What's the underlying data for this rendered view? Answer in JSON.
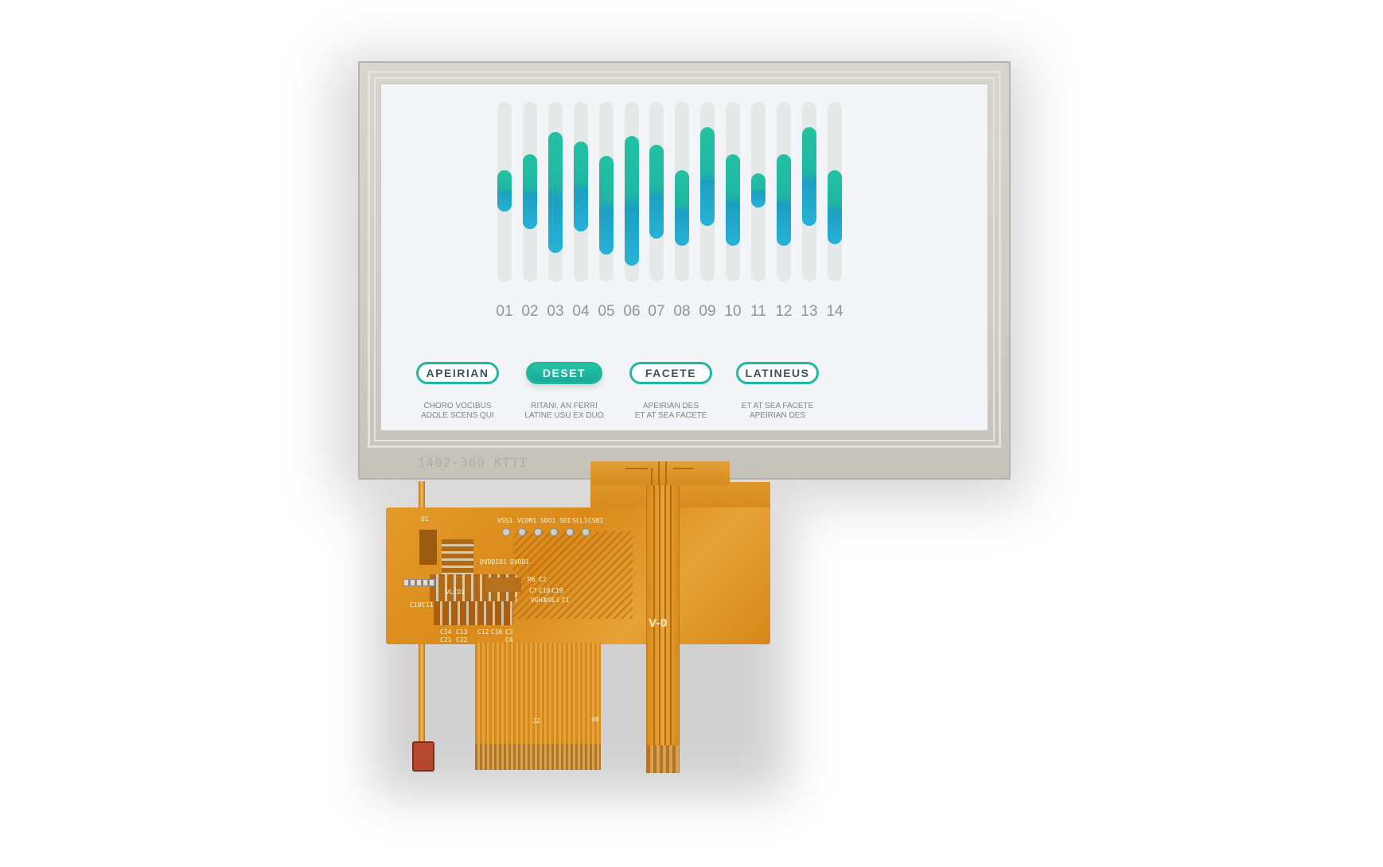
{
  "screen": {
    "bars": [
      {
        "label": "01",
        "level": [
          0.38,
          0.61
        ]
      },
      {
        "label": "02",
        "level": [
          0.29,
          0.71
        ]
      },
      {
        "label": "03",
        "level": [
          0.17,
          0.84
        ]
      },
      {
        "label": "04",
        "level": [
          0.22,
          0.72
        ]
      },
      {
        "label": "05",
        "level": [
          0.3,
          0.85
        ]
      },
      {
        "label": "06",
        "level": [
          0.19,
          0.91
        ]
      },
      {
        "label": "07",
        "level": [
          0.24,
          0.76
        ]
      },
      {
        "label": "08",
        "level": [
          0.38,
          0.8
        ]
      },
      {
        "label": "09",
        "level": [
          0.14,
          0.69
        ]
      },
      {
        "label": "10",
        "level": [
          0.29,
          0.8
        ]
      },
      {
        "label": "11",
        "level": [
          0.4,
          0.59
        ]
      },
      {
        "label": "12",
        "level": [
          0.29,
          0.8
        ]
      },
      {
        "label": "13",
        "level": [
          0.14,
          0.69
        ]
      },
      {
        "label": "14",
        "level": [
          0.38,
          0.79
        ]
      }
    ],
    "buttons": [
      {
        "label": "APEIRIAN",
        "caption1": "CHORO VOCIBUS",
        "caption2": "ADOLE SCENS QUI",
        "active": false
      },
      {
        "label": "DESET",
        "caption1": "RITANI, AN FERRI",
        "caption2": "LATINE USU EX DUO",
        "active": true
      },
      {
        "label": "FACETE",
        "caption1": "APEIRIAN DES",
        "caption2": "ET AT SEA FACETE",
        "active": false
      },
      {
        "label": "LATINEUS",
        "caption1": "ET AT SEA FACETE",
        "caption2": "APEIRIAN DES",
        "active": false
      }
    ]
  },
  "hardware": {
    "frame_code": "1402-360 KTTI",
    "fpc_mark": "V-0",
    "silkscreen": [
      "U1",
      "VSS1",
      "VCOM1",
      "SDO1",
      "SDI",
      "SCL1",
      "CSB1",
      "DVDDIO1",
      "DVDD1",
      "R6",
      "C2",
      "VLCD1",
      "C7",
      "C18",
      "C19",
      "VGH1",
      "VOL1",
      "C1",
      "C10",
      "C11",
      "C14",
      "C13",
      "C12",
      "C16",
      "C3",
      "C4",
      "C21",
      "C22",
      "J2",
      "40"
    ]
  },
  "colors": {
    "accent": "#1fb79d",
    "accent_blue": "#27b2d8",
    "track": "#e4e8e7",
    "fpc": "#d98a1a"
  }
}
